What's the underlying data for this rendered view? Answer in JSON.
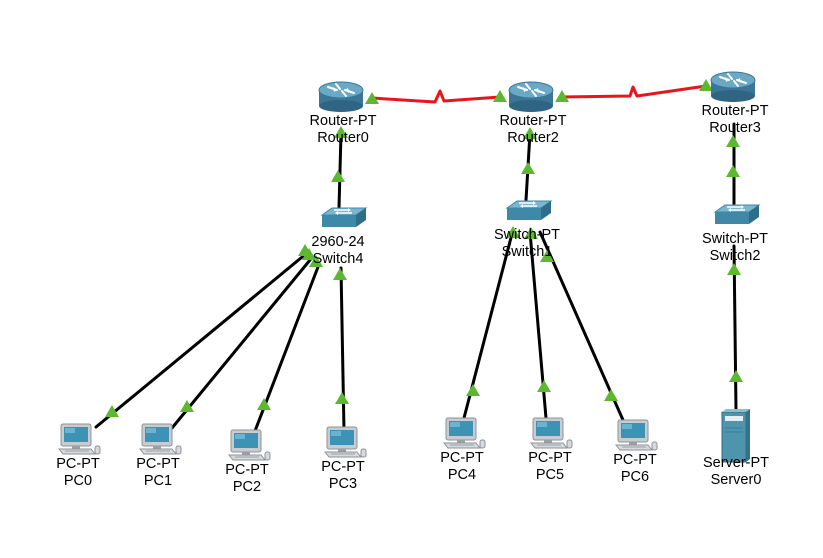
{
  "colors": {
    "link": "#000000",
    "serial_link": "#e8161c",
    "link_up": "#5cb82e",
    "router_body": "#4f8fae",
    "switch_body": "#3f89a8",
    "pc_body": "#c8ccd0",
    "pc_screen": "#3d93b5",
    "server_body": "#4f94ad"
  },
  "nodes": [
    {
      "id": "router0",
      "kind": "router",
      "model": "Router-PT",
      "name": "Router0"
    },
    {
      "id": "router2",
      "kind": "router",
      "model": "Router-PT",
      "name": "Router2"
    },
    {
      "id": "router3",
      "kind": "router",
      "model": "Router-PT",
      "name": "Router3"
    },
    {
      "id": "switch4",
      "kind": "switch",
      "model": "2960-24",
      "name": "Switch4"
    },
    {
      "id": "switch1",
      "kind": "switch",
      "model": "Switch-PT",
      "name": "Switch1"
    },
    {
      "id": "switch2",
      "kind": "switch",
      "model": "Switch-PT",
      "name": "Switch2"
    },
    {
      "id": "pc0",
      "kind": "pc",
      "model": "PC-PT",
      "name": "PC0"
    },
    {
      "id": "pc1",
      "kind": "pc",
      "model": "PC-PT",
      "name": "PC1"
    },
    {
      "id": "pc2",
      "kind": "pc",
      "model": "PC-PT",
      "name": "PC2"
    },
    {
      "id": "pc3",
      "kind": "pc",
      "model": "PC-PT",
      "name": "PC3"
    },
    {
      "id": "pc4",
      "kind": "pc",
      "model": "PC-PT",
      "name": "PC4"
    },
    {
      "id": "pc5",
      "kind": "pc",
      "model": "PC-PT",
      "name": "PC5"
    },
    {
      "id": "pc6",
      "kind": "pc",
      "model": "PC-PT",
      "name": "PC6"
    },
    {
      "id": "server0",
      "kind": "server",
      "model": "Server-PT",
      "name": "Server0"
    }
  ],
  "links": [
    {
      "from": "router0",
      "to": "router2",
      "type": "serial"
    },
    {
      "from": "router2",
      "to": "router3",
      "type": "serial"
    },
    {
      "from": "switch4",
      "to": "router0",
      "type": "ethernet"
    },
    {
      "from": "switch1",
      "to": "router2",
      "type": "ethernet"
    },
    {
      "from": "switch2",
      "to": "router3",
      "type": "ethernet"
    },
    {
      "from": "pc0",
      "to": "switch4",
      "type": "ethernet"
    },
    {
      "from": "pc1",
      "to": "switch4",
      "type": "ethernet"
    },
    {
      "from": "pc2",
      "to": "switch4",
      "type": "ethernet"
    },
    {
      "from": "pc3",
      "to": "switch4",
      "type": "ethernet"
    },
    {
      "from": "pc4",
      "to": "switch1",
      "type": "ethernet"
    },
    {
      "from": "pc5",
      "to": "switch1",
      "type": "ethernet"
    },
    {
      "from": "pc6",
      "to": "switch1",
      "type": "ethernet"
    },
    {
      "from": "server0",
      "to": "switch2",
      "type": "ethernet"
    }
  ]
}
